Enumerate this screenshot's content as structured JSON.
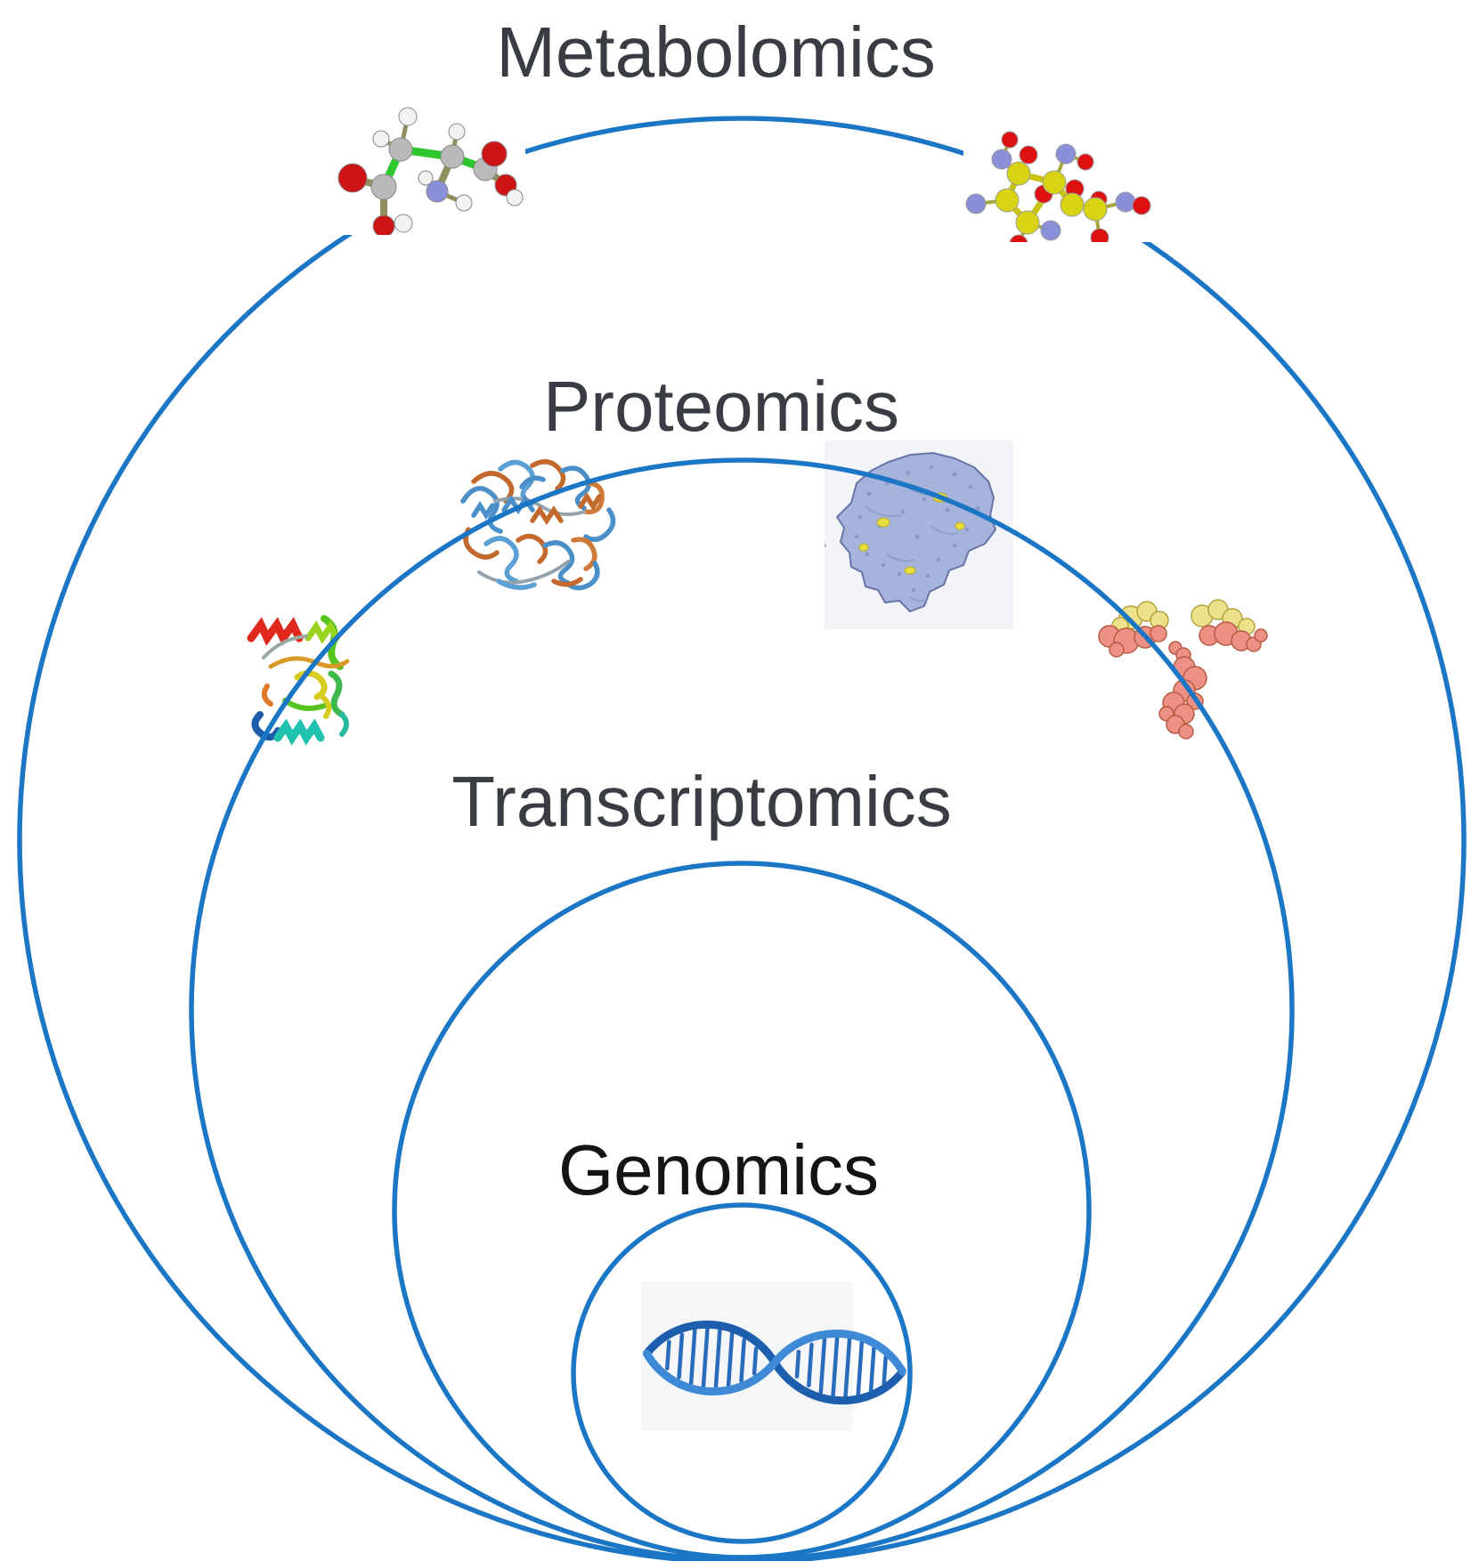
{
  "diagram": {
    "type": "nested-circles-omics-hierarchy",
    "circle_color": "#1b76c6",
    "label_color": "#393c42",
    "genomics_label_color": "#141414",
    "levels": [
      {
        "label": "Metabolomics"
      },
      {
        "label": "Proteomics"
      },
      {
        "label": "Transcriptomics"
      },
      {
        "label": "Genomics"
      }
    ]
  },
  "illustrations": {
    "metabolite_left": "ball-and-stick amino-acid molecule",
    "metabolite_right": "ball-and-stick sugar-like molecule",
    "ribbon_protein_pair": "superimposed blue and orange protein ribbon structure",
    "rainbow_ribbon_protein": "rainbow-colored protein ribbon structure",
    "surface_protein": "pale-blue protein surface structure with yellow patches",
    "antibody": "Y-shaped antibody surface structure in salmon and yellow",
    "dna_helix": "blue DNA double helix"
  },
  "palette": {
    "carbon_gray": "#b9b9b9",
    "oxygen_red": "#cc1414",
    "nitrogen_violet": "#8a90d8",
    "sulfur_yellow": "#d8d414",
    "bond_olive": "#8f8f60",
    "bond_green": "#2ec82e",
    "ribbon_blue": "#4a8fc7",
    "ribbon_orange": "#c4692e",
    "surface_blue": "#a6b3da",
    "antibody_salmon": "#ec9183",
    "antibody_yellow": "#ece28c",
    "dna_blue_dark": "#1d5fae",
    "dna_blue_light": "#3f8ad6"
  }
}
